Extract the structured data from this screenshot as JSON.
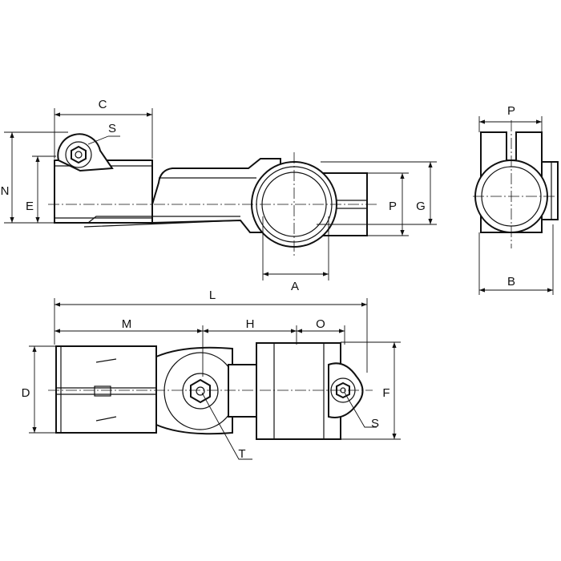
{
  "title": "Swivel tube clamp dimension drawing",
  "side_view": {
    "labels": {
      "c": "C",
      "s": "S",
      "n": "N",
      "e": "E",
      "p": "P",
      "g": "G",
      "a": "A"
    }
  },
  "end_view": {
    "labels": {
      "p": "P",
      "b": "B"
    }
  },
  "top_view": {
    "labels": {
      "l": "L",
      "m": "M",
      "h": "H",
      "o": "O",
      "d": "D",
      "f": "F",
      "s": "S",
      "t": "T"
    }
  }
}
